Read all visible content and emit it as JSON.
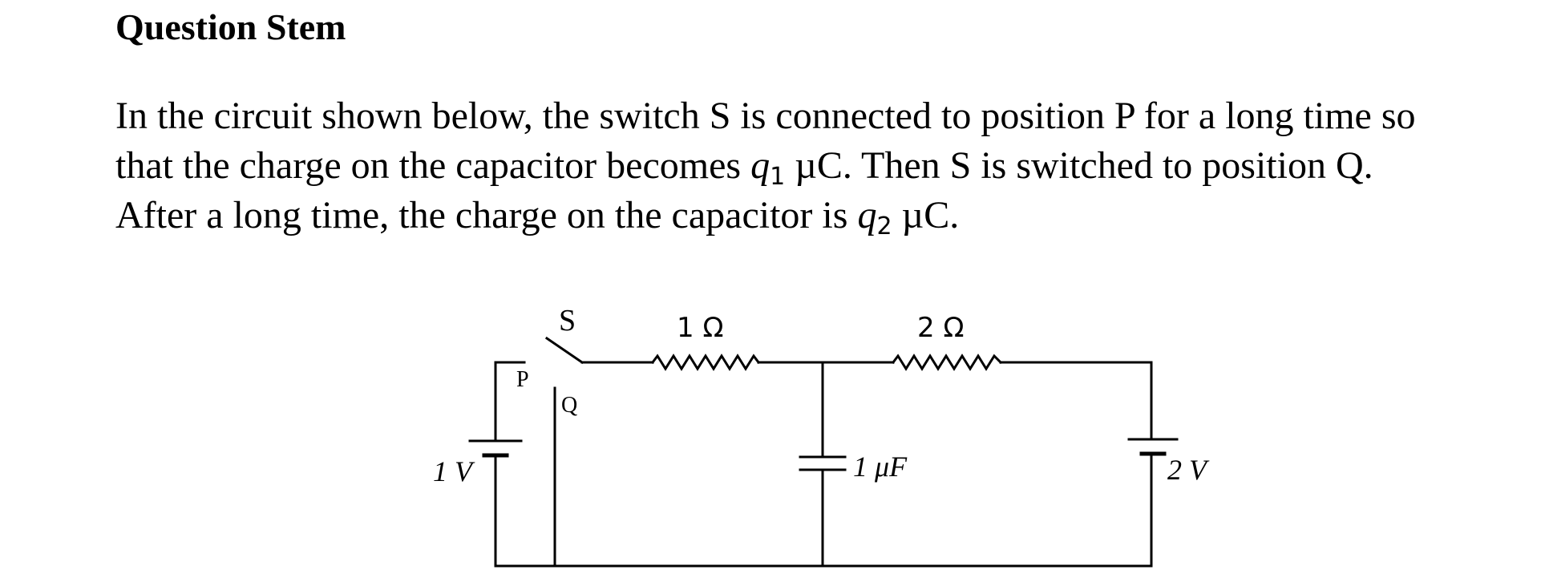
{
  "section": {
    "heading": "Question Stem"
  },
  "question": {
    "line1": "In the circuit shown below, the switch S is connected to position P for a long time so",
    "line2_before": "that the charge on the capacitor becomes ",
    "q1_symbol": "q",
    "q1_subscript": "1",
    "line2_after": " µC. Then S is switched to position Q.",
    "line3_before": "After a long time, the charge on the capacitor is ",
    "q2_symbol": "q",
    "q2_subscript": "2",
    "line3_after": " µC."
  },
  "circuit": {
    "switch_label": "S",
    "position_p_label": "P",
    "position_q_label": "Q",
    "resistor1_label": "1 Ω",
    "resistor2_label": "2 Ω",
    "capacitor_label": "1 μF",
    "battery1_label": "1 V",
    "battery2_label": "2 V"
  }
}
